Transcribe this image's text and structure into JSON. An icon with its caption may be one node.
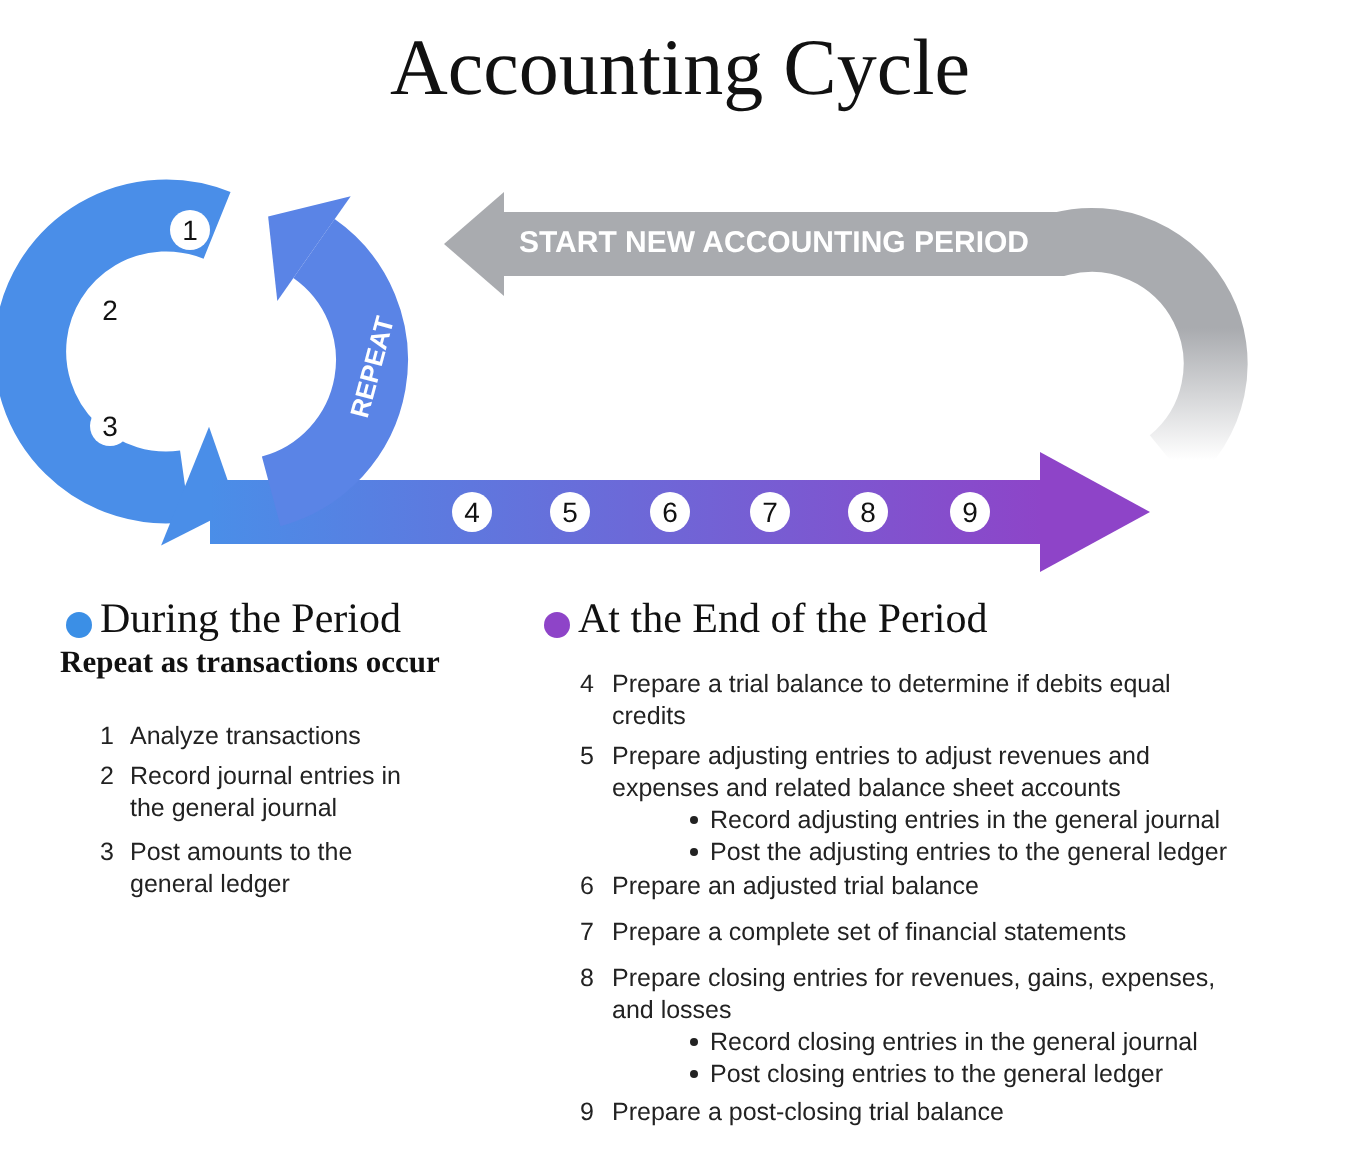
{
  "diagram": {
    "title": "Accounting Cycle",
    "nodes": [
      {
        "text": [
          "1"
        ]
      },
      {
        "text": [
          "2"
        ]
      },
      {
        "text": [
          "3"
        ]
      },
      {
        "text": [
          "4"
        ]
      },
      {
        "text": [
          "5"
        ]
      },
      {
        "text": [
          "6"
        ]
      },
      {
        "text": [
          "7"
        ]
      },
      {
        "text": [
          "8"
        ]
      },
      {
        "text": [
          "9"
        ]
      }
    ],
    "labels": [
      "START NEW ACCOUNTING PERIOD",
      "REPEAT",
      "Repeat as transactions occur",
      "1",
      "Analyze transactions",
      "2",
      "Record journal entries in the general journal",
      "3",
      "Post amounts to the general ledger",
      "4",
      "Prepare a trial balance to determine if debits equal credits",
      "5",
      "Prepare adjusting entries to adjust revenues and expenses and related balance sheet accounts",
      "Record adjusting entries in the general journal",
      "Post the adjusting entries to the general ledger",
      "6",
      "Prepare an adjusted trial balance",
      "7",
      "Prepare a complete set of financial statements",
      "8",
      "Prepare closing entries for revenues, gains, expenses, and losses",
      "Record closing entries in the general journal",
      "Post closing entries to the general ledger",
      "9",
      "Prepare a post-closing trial balance"
    ],
    "legend": [
      {
        "text": "During the Period",
        "color": "#3b8fe6"
      },
      {
        "text": "At the End of the Period",
        "color": "#8e44c8"
      }
    ]
  }
}
